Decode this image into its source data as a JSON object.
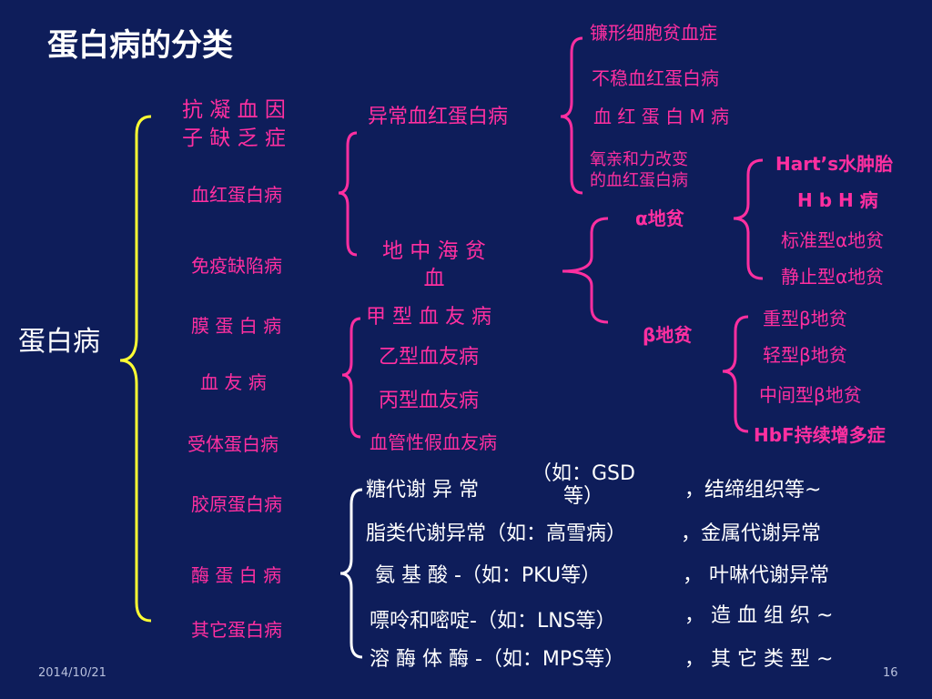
{
  "title": "蛋白病的分类",
  "root": "蛋白病",
  "categories": [
    "抗 凝 血 因\n子 缺 乏 症",
    "血红蛋白病",
    "免疫缺陷病",
    "膜 蛋 白 病",
    "血 友 病",
    "受体蛋白病",
    "胶原蛋白病",
    "酶 蛋 白 病",
    "其它蛋白病"
  ],
  "hemoglobin": {
    "abnormal": "异常血红蛋白病",
    "thalassemia": "地 中 海 贫\n血",
    "abnormal_types": [
      "镰形细胞贫血症",
      "不稳血红蛋白病",
      "血 红 蛋 白 M 病",
      "氧亲和力改变\n的血红蛋白病"
    ],
    "alpha": "α地贫",
    "alpha_types": [
      "Hart’s水肿胎",
      "H b H  病",
      "标准型α地贫",
      "静止型α地贫"
    ],
    "beta": "β地贫",
    "beta_types": [
      "重型β地贫",
      "轻型β地贫",
      "中间型β地贫",
      "HbF持续增多症"
    ]
  },
  "hemophilia_types": [
    "甲 型 血 友 病",
    "乙型血友病",
    "丙型血友病",
    "血管性假血友病"
  ],
  "enzyme_rows": [
    {
      "a": "糖代谢 异 常",
      "b": "（如：GSD\n等）",
      "c": "，结缔组织等~"
    },
    {
      "a": "脂类代谢异常（如：高雪病）",
      "c": "，金属代谢异常"
    },
    {
      "a": "氨  基  酸  -（如：PKU等）",
      "c": "，  叶啉代谢异常"
    },
    {
      "a": "嘌呤和嘧啶-（如：LNS等）",
      "c": "，  造 血 组 织 ~"
    },
    {
      "a": "溶 酶 体 酶 -（如：MPS等）",
      "c": "，  其 它 类 型 ~"
    }
  ],
  "footer": {
    "date": "2014/10/21",
    "page": "16"
  },
  "colors": {
    "background": "#0e1d5a",
    "text_main": "#ffffff",
    "text_accent": "#ff2fa0",
    "brace_yellow": "#ffff33",
    "brace_pink": "#ff2fa0"
  }
}
